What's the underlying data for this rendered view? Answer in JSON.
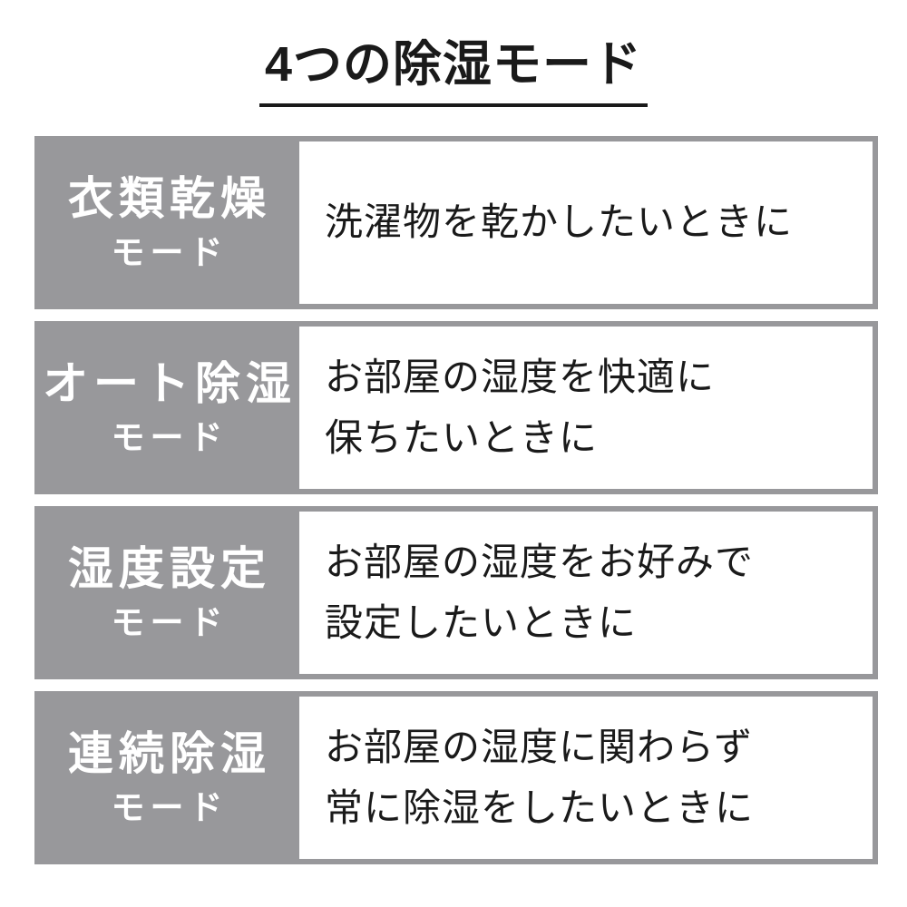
{
  "page": {
    "background_color": "#ffffff",
    "box_gray": "#98989b",
    "text_color": "#1a1a1a",
    "label_text_color": "#ffffff"
  },
  "title": {
    "text": "4つの除湿モード"
  },
  "modes": [
    {
      "name": "衣類乾燥",
      "suffix": "モード",
      "description_lines": [
        "洗濯物を乾かしたいときに"
      ]
    },
    {
      "name": "オート除湿",
      "suffix": "モード",
      "description_lines": [
        "お部屋の湿度を快適に",
        "保ちたいときに"
      ]
    },
    {
      "name": "湿度設定",
      "suffix": "モード",
      "description_lines": [
        "お部屋の湿度をお好みで",
        "設定したいときに"
      ]
    },
    {
      "name": "連続除湿",
      "suffix": "モード",
      "description_lines": [
        "お部屋の湿度に関わらず",
        "常に除湿をしたいときに"
      ]
    }
  ]
}
